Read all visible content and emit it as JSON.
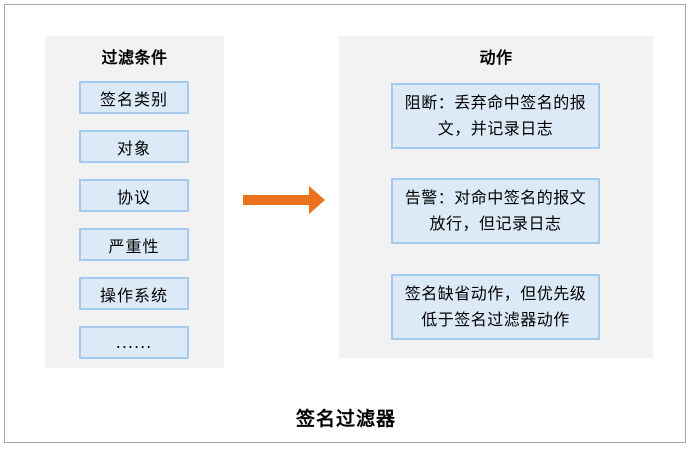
{
  "filter": {
    "title": "过滤条件",
    "items": [
      "签名类别",
      "对象",
      "协议",
      "严重性",
      "操作系统",
      "......"
    ]
  },
  "action": {
    "title": "动作",
    "items": [
      "阻断：丢弃命中签名的报文，并记录日志",
      "告警：对命中签名的报文放行，但记录日志",
      "签名缺省动作，但优先级低于签名过滤器动作"
    ]
  },
  "caption": "签名过滤器",
  "colors": {
    "panel": "#f2f2f2",
    "box_fill": "#dceaf7",
    "box_border": "#a4cbef",
    "arrow": "#e8731a",
    "frame": "#a8a8a8"
  }
}
